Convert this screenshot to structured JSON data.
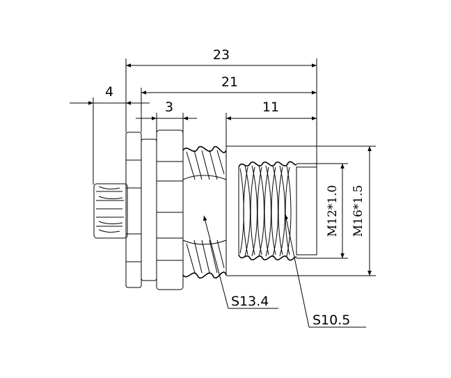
{
  "dimensions": {
    "overall": "23",
    "body": "21",
    "flange": "4",
    "nut": "3",
    "thread_length": "11",
    "inner_thread": "M12*1.0",
    "outer_thread": "M16*1.5"
  },
  "callouts": {
    "wrench_large": "S13.4",
    "wrench_small": "S10.5"
  }
}
